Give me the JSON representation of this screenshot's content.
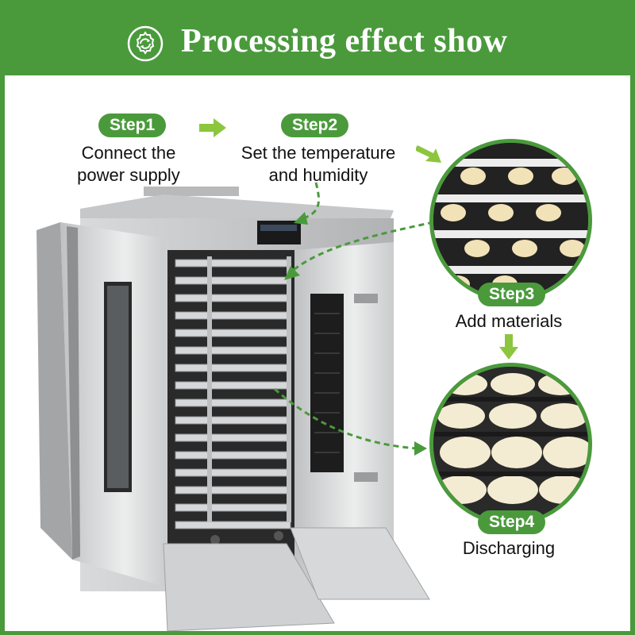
{
  "header": {
    "title": "Processing effect show",
    "icon": "gear-refresh-icon"
  },
  "steps": [
    {
      "badge": "Step1",
      "caption_line1": "Connect the",
      "caption_line2": "power supply"
    },
    {
      "badge": "Step2",
      "caption_line1": "Set the temperature",
      "caption_line2": "and humidity"
    },
    {
      "badge": "Step3",
      "caption_line1": "Add materials",
      "caption_line2": ""
    },
    {
      "badge": "Step4",
      "caption_line1": "Discharging",
      "caption_line2": ""
    }
  ],
  "colors": {
    "brand_green": "#4a9a3c",
    "arrow_green": "#8cc63f",
    "white": "#ffffff"
  }
}
